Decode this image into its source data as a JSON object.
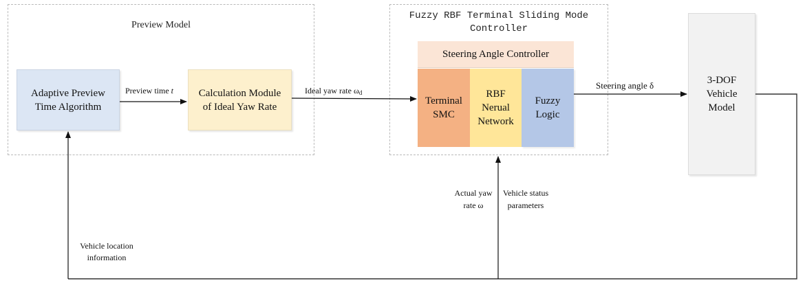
{
  "preview_model": {
    "title": "Preview Model",
    "adaptive_block": {
      "line1": "Adaptive Preview",
      "line2": "Time  Algorithm",
      "color": "#dce6f4"
    },
    "calc_block": {
      "line1": "Calculation Module",
      "line2": "of Ideal Yaw Rate",
      "color": "#fdf0cd"
    }
  },
  "controller": {
    "title_line1": "Fuzzy RBF Terminal Sliding Mode",
    "title_line2": "Controller",
    "steering_header": {
      "label": "Steering Angle Controller",
      "color": "#fbe5d6"
    },
    "terminal_smc": {
      "line1": "Terminal",
      "line2": "SMC",
      "color": "#f4b183"
    },
    "rbf": {
      "line1": "RBF",
      "line2": "Nerual",
      "line3": "Network",
      "color": "#ffe699"
    },
    "fuzzy": {
      "line1": "Fuzzy",
      "line2": "Logic",
      "color": "#b4c7e7"
    }
  },
  "vehicle_model": {
    "line1": "3-DOF",
    "line2": "Vehicle",
    "line3": "Model",
    "color": "#f2f2f2"
  },
  "signals": {
    "preview_time": {
      "text": "Preview time ",
      "symbol": "t"
    },
    "ideal_yaw_rate": {
      "text": "Ideal yaw rate ω",
      "subscript": "d"
    },
    "steering_angle": "Steering angle δ",
    "actual_yaw_line1": "Actual yaw",
    "actual_yaw_line2": "rate  ω",
    "vehicle_status_line1": "Vehicle status",
    "vehicle_status_line2": "parameters",
    "vehicle_location_line1": "Vehicle location",
    "vehicle_location_line2": "information"
  }
}
